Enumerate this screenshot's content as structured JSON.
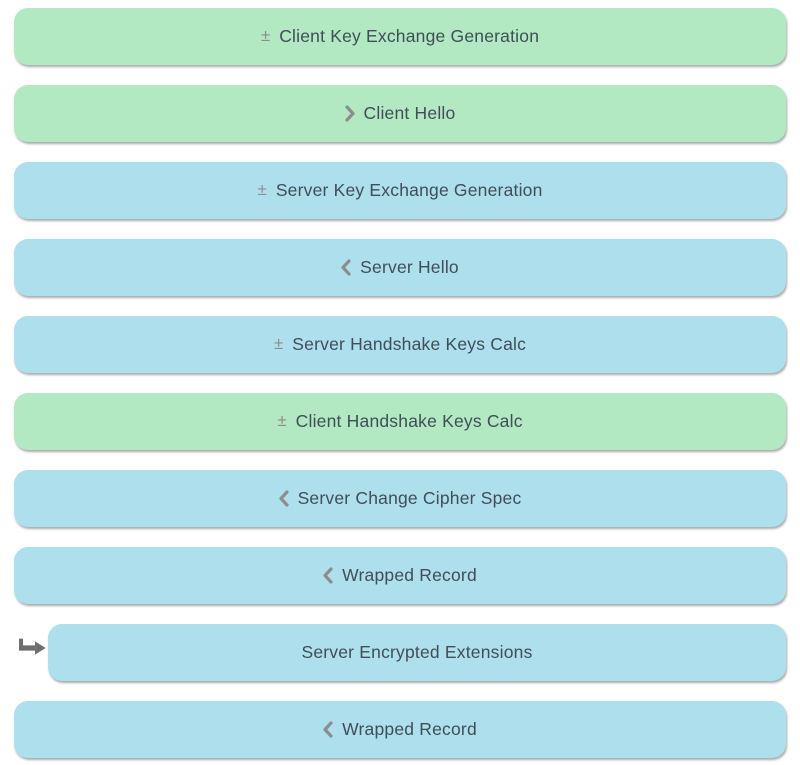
{
  "page": {
    "background": "#ffffff",
    "description": "TLS handshake record flow list"
  },
  "colors": {
    "client_bar_fill": "#b3e9c2",
    "server_bar_fill": "#aedfec",
    "label_text": "#3f4e57",
    "icon_gray": "#8d8d8d",
    "pointer_arrow_gray": "#6f6f6f"
  },
  "rows": [
    {
      "label": "Client Key Exchange Generation",
      "actor": "client",
      "icon": "plus-minus-icon",
      "glyph": "±"
    },
    {
      "label": "Client Hello",
      "actor": "client",
      "icon": "chevron-right-icon",
      "glyph": "❯"
    },
    {
      "label": "Server Key Exchange Generation",
      "actor": "server",
      "icon": "plus-minus-icon",
      "glyph": "±"
    },
    {
      "label": "Server Hello",
      "actor": "server",
      "icon": "chevron-left-icon",
      "glyph": "❮"
    },
    {
      "label": "Server Handshake Keys Calc",
      "actor": "server",
      "icon": "plus-minus-icon",
      "glyph": "±"
    },
    {
      "label": "Client Handshake Keys Calc",
      "actor": "client",
      "icon": "plus-minus-icon",
      "glyph": "±"
    },
    {
      "label": "Server Change Cipher Spec",
      "actor": "server",
      "icon": "chevron-left-icon",
      "glyph": "❮"
    },
    {
      "label": "Wrapped Record",
      "actor": "server",
      "icon": "chevron-left-icon",
      "glyph": "❮"
    },
    {
      "label": "Server Encrypted Extensions",
      "actor": "server",
      "icon": "pointer-arrow-icon",
      "glyph": "",
      "indented": true
    },
    {
      "label": "Wrapped Record",
      "actor": "server",
      "icon": "chevron-left-icon",
      "glyph": "❮"
    }
  ]
}
